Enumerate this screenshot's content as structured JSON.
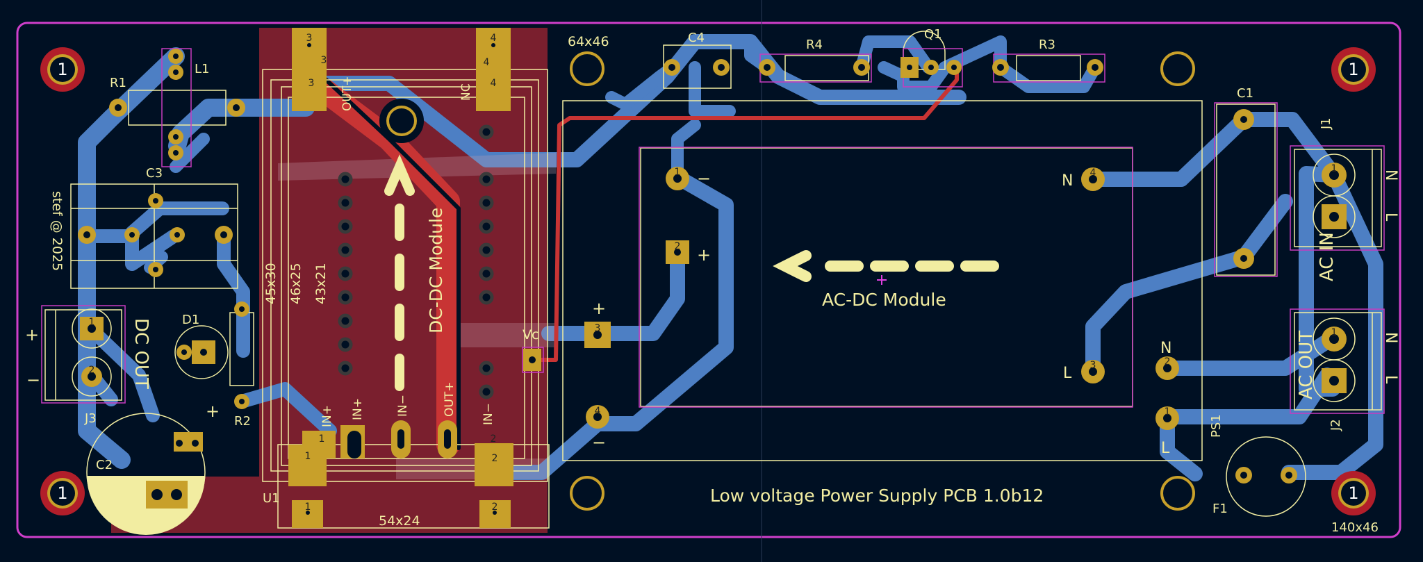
{
  "title": "Low voltage Power Supply PCB 1.0b12",
  "author": "stef @ 2025",
  "board_size": "140x46",
  "hole_spacing": "64x46",
  "modules": {
    "dcdc": "DC-DC Module",
    "acdc": "AC-DC Module"
  },
  "dims": {
    "d1": "45x30",
    "d2": "46x25",
    "d3": "43x21",
    "d4": "54x24"
  },
  "labels": {
    "dc_out": "DC OUT",
    "ac_in": "AC IN",
    "ac_out": "AC OUT",
    "out_plus": "OUT+",
    "out_plus_b": "OUT+",
    "nc": "NC",
    "in_plus_1": "IN+",
    "in_plus_2": "IN+",
    "in_minus_1": "IN−",
    "in_minus_2": "IN−",
    "vc": "Vc",
    "plus_a": "+",
    "minus_a": "−",
    "plus_b": "+",
    "minus_b": "−",
    "plus_c": "+",
    "minus_c": "−",
    "plus_d": "+",
    "n1": "N",
    "l1": "L",
    "n2": "N",
    "l2": "L",
    "n3": "N",
    "l3": "L",
    "n4": "N",
    "l4": "L"
  },
  "refs": {
    "r1": "R1",
    "r2": "R2",
    "r3": "R3",
    "r4": "R4",
    "c1": "C1",
    "c2": "C2",
    "c3": "C3",
    "c4": "C4",
    "l1": "L1",
    "d1": "D1",
    "q1": "Q1",
    "j1": "J1",
    "j2": "J2",
    "j3": "J3",
    "u1": "U1",
    "ps1": "PS1",
    "f1": "F1"
  },
  "pad_numbers": {
    "p1": "1",
    "p2": "2",
    "p3": "3",
    "p4": "4"
  },
  "mounting_hole": "1",
  "colors": {
    "background": "#001023",
    "copper_bottom": "#4d7fc4",
    "copper_top": "#c83434",
    "pad": "#c8a02a",
    "silkscreen": "#f2eda1",
    "board_edge": "#d03fcb",
    "courtyard": "#c83cc0",
    "zone": "#7a1f2e"
  }
}
